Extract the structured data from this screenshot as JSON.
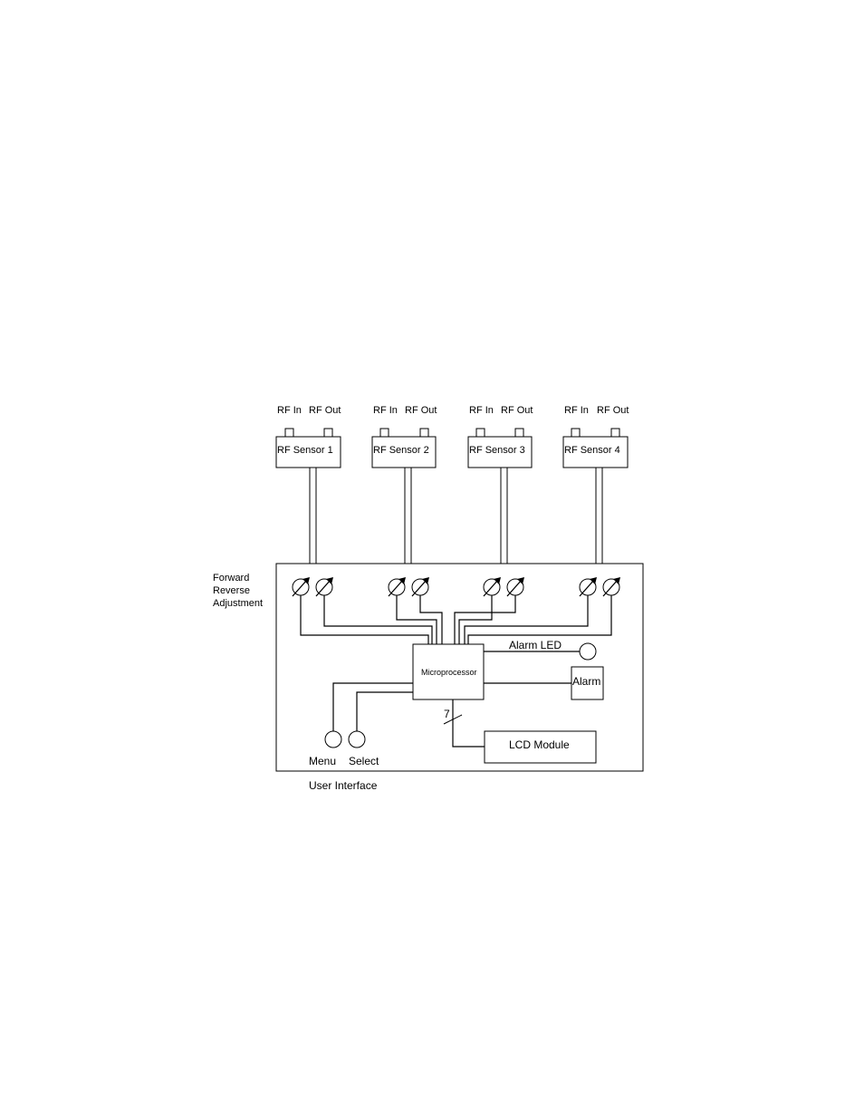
{
  "sensors": [
    {
      "label": "RF Sensor 1",
      "in_label": "RF In",
      "out_label": "RF Out"
    },
    {
      "label": "RF Sensor 2",
      "in_label": "RF In",
      "out_label": "RF Out"
    },
    {
      "label": "RF Sensor 3",
      "in_label": "RF In",
      "out_label": "RF Out"
    },
    {
      "label": "RF Sensor 4",
      "in_label": "RF In",
      "out_label": "RF Out"
    }
  ],
  "adjustment_label": [
    "Forward",
    "Reverse",
    "Adjustment"
  ],
  "microprocessor": {
    "label": "Microprocessor"
  },
  "alarm_led": {
    "label": "Alarm LED"
  },
  "alarm": {
    "label": "Alarm"
  },
  "bus": {
    "width_label": "7"
  },
  "lcd": {
    "label": "LCD Module"
  },
  "buttons": [
    {
      "label": "Menu"
    },
    {
      "label": "Select"
    }
  ],
  "user_interface_label": "User Interface"
}
